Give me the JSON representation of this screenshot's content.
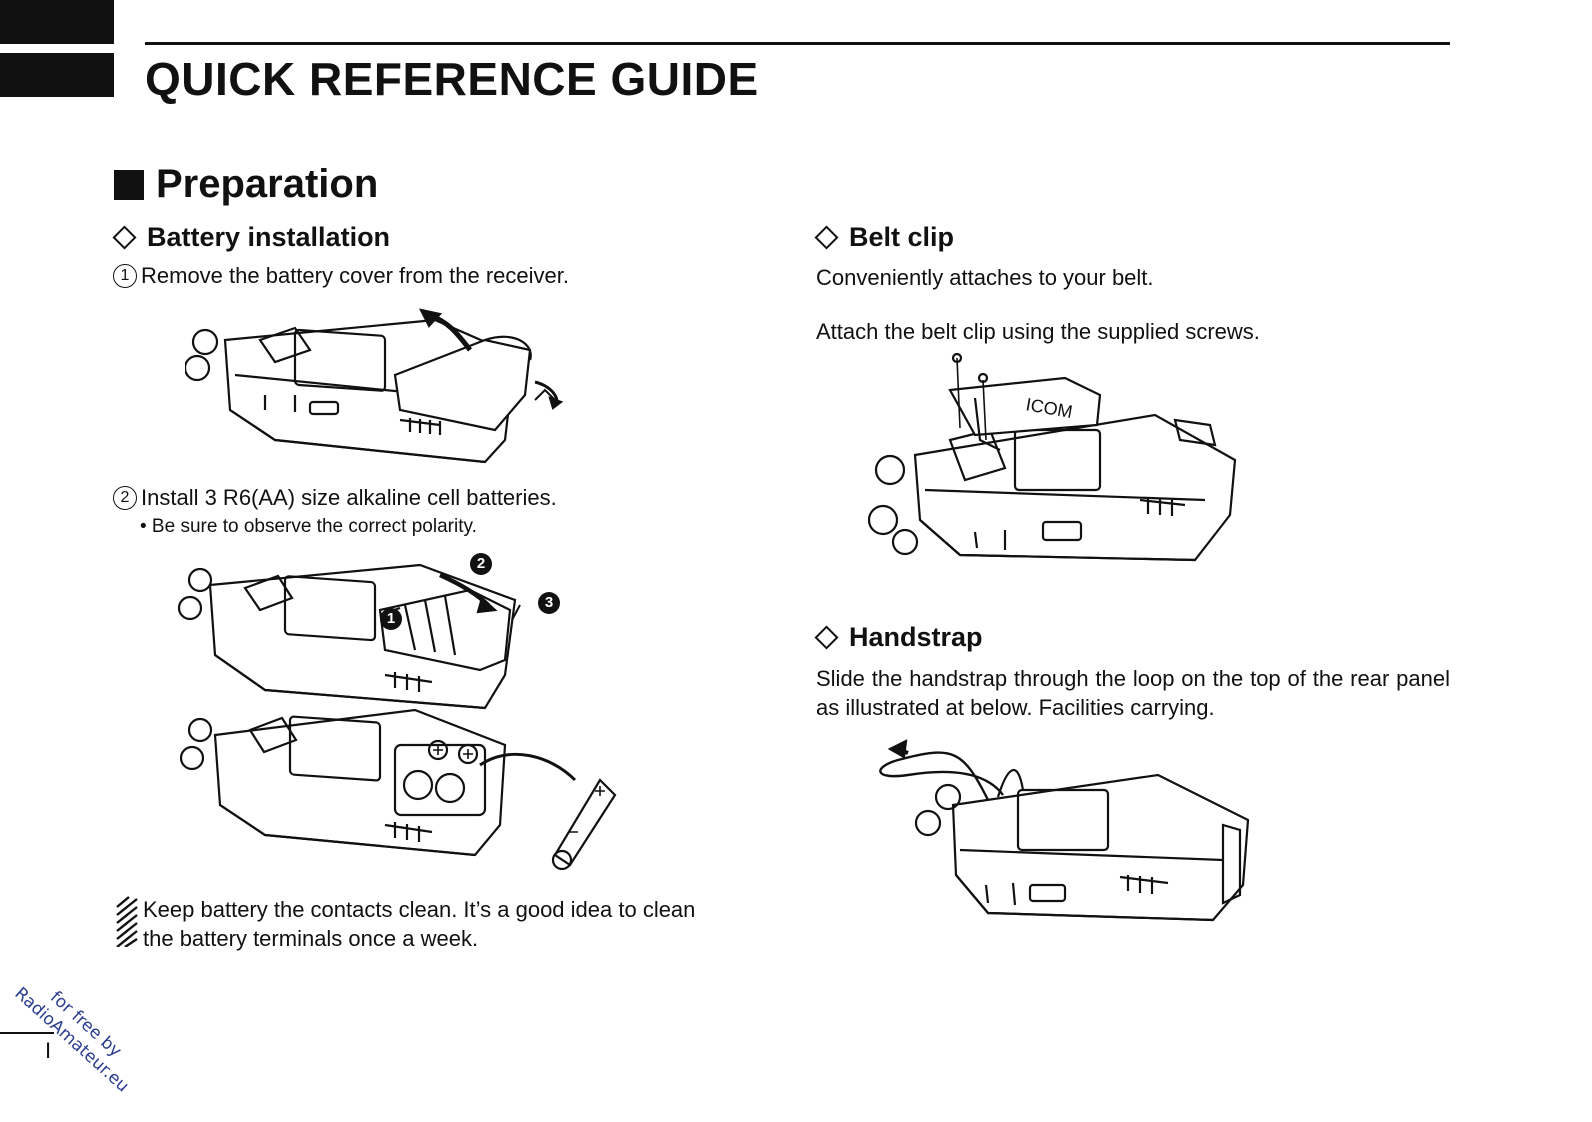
{
  "header": {
    "title": "QUICK REFERENCE GUIDE"
  },
  "section": {
    "title": "Preparation"
  },
  "battery": {
    "title": "Battery installation",
    "step1_num": "1",
    "step1_text": "Remove the battery cover from the receiver.",
    "step2_num": "2",
    "step2_text": "Install 3 R6(AA) size alkaline cell batteries.",
    "step2_bullet": "• Be sure to observe the correct polarity.",
    "callouts": [
      "2",
      "3",
      "1"
    ],
    "note_line1": "Keep battery the contacts clean. It’s a good idea to clean",
    "note_line2": "the battery terminals once a week."
  },
  "beltclip": {
    "title": "Belt clip",
    "text1": "Conveniently attaches to your belt.",
    "text2": "Attach the belt clip using the supplied screws.",
    "clip_label": "ICOM"
  },
  "handstrap": {
    "title": "Handstrap",
    "text": "Slide the handstrap through the loop on the top of the rear panel as illustrated at below. Facilities carrying."
  },
  "footer": {
    "page_number": "I",
    "watermark_line1": "for free by",
    "watermark_line2": "RadioAmateur.eu"
  }
}
